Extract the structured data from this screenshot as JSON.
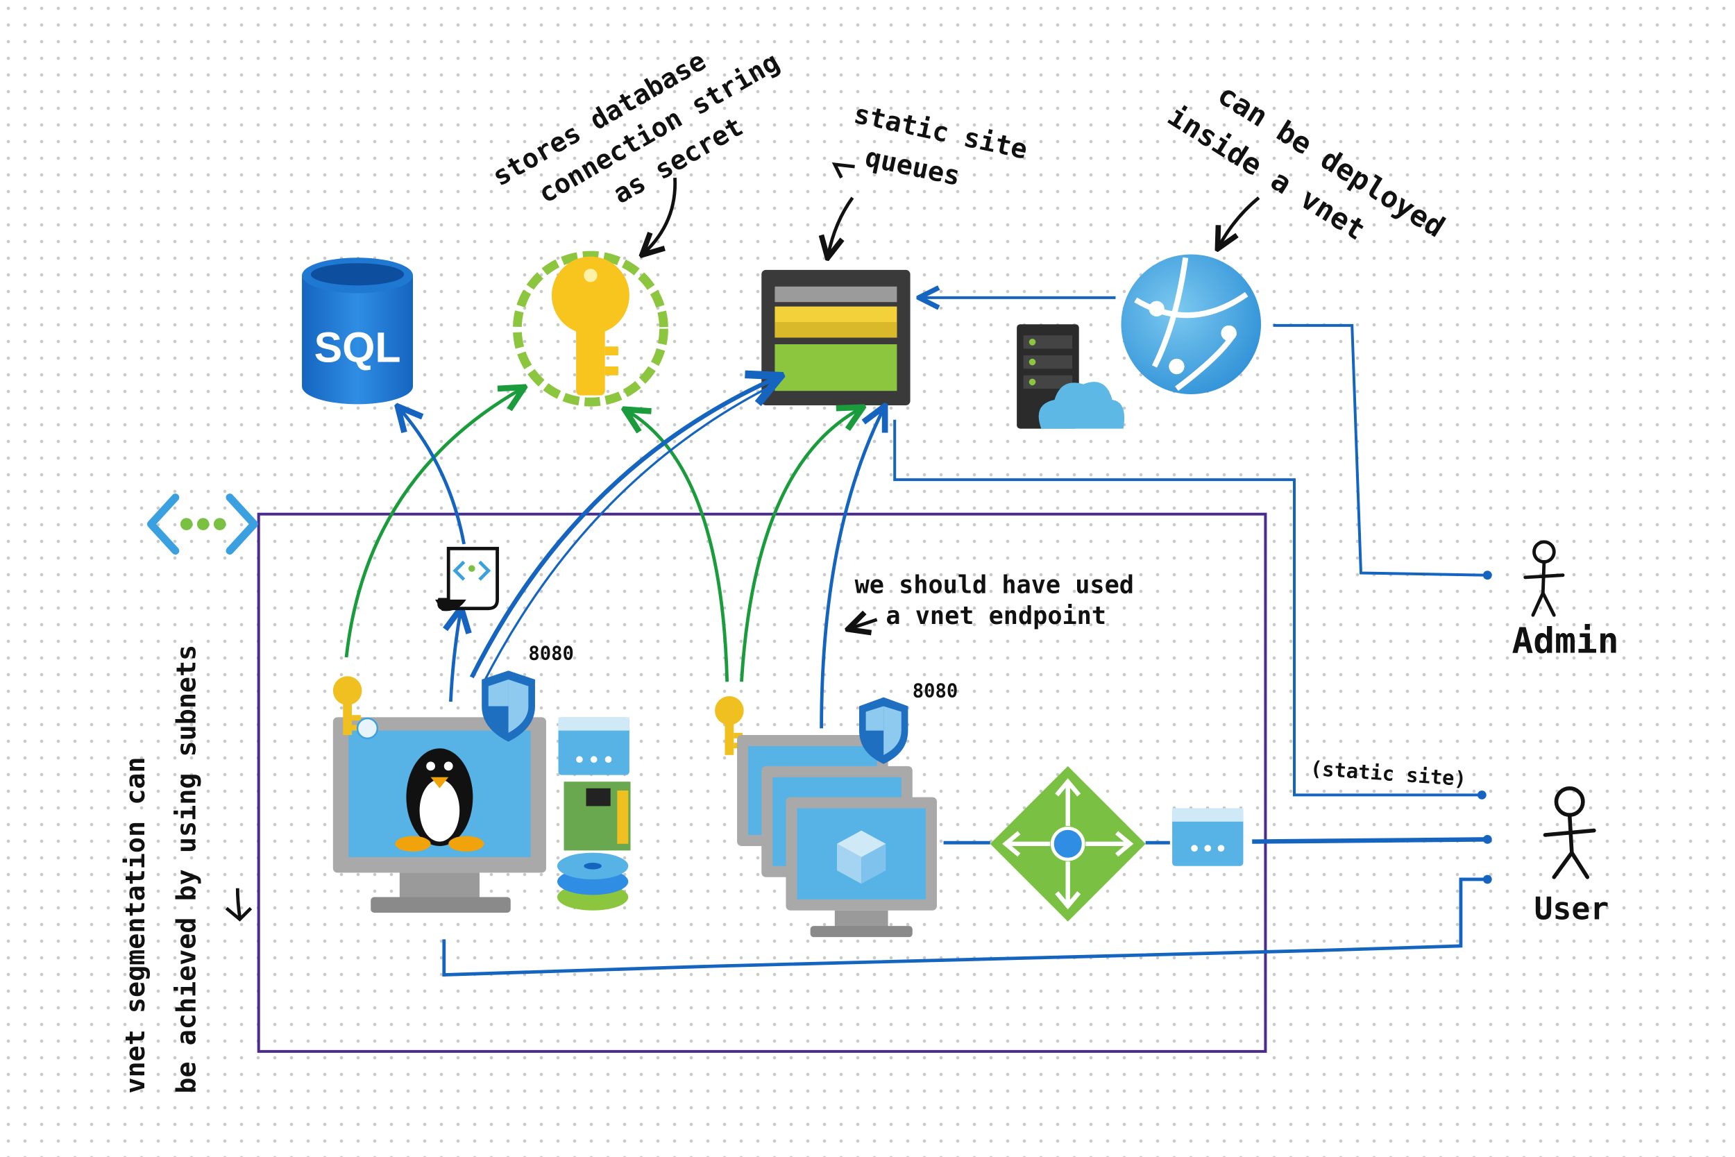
{
  "annotations": {
    "keyvault_note": [
      "stores database",
      "connection string",
      "as secret"
    ],
    "storage_note": [
      "static site",
      "queues"
    ],
    "webapp_note": [
      "can be deployed",
      "inside a vnet"
    ],
    "vnet_endpoint_note": [
      "we should have used",
      "a vnet endpoint"
    ],
    "subnet_note": [
      "vnet segmentation can",
      "be achieved by using subnets"
    ],
    "static_site_label": "(static site)"
  },
  "icons": {
    "sql_text": "SQL"
  },
  "ports": {
    "linux_vm_port": "8080",
    "vmss_port": "8080"
  },
  "actors": {
    "admin": "Admin",
    "user": "User"
  },
  "colors": {
    "blue_arrow": "#1565c0",
    "green_arrow": "#1a9b3c",
    "vnet_border": "#4a2c8f"
  }
}
